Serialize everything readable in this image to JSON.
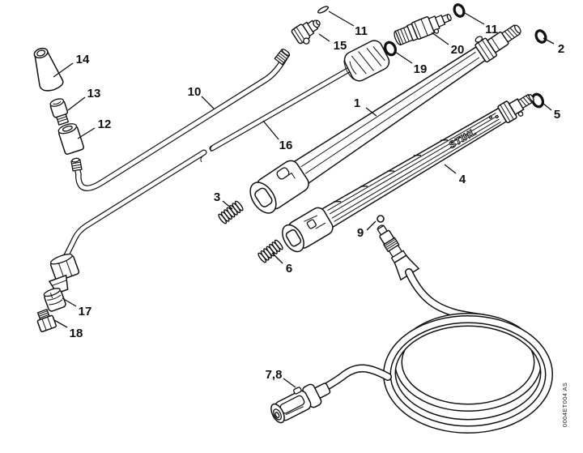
{
  "meta": {
    "background": "#ffffff",
    "line_color": "#111111"
  },
  "diagram": {
    "drawing_number": "0004ET004 AS",
    "brand_logo": "STIHL",
    "callouts": [
      {
        "label": "1"
      },
      {
        "label": "2"
      },
      {
        "label": "3"
      },
      {
        "label": "4"
      },
      {
        "label": "5"
      },
      {
        "label": "6"
      },
      {
        "label": "7,8"
      },
      {
        "label": "9"
      },
      {
        "label": "10"
      },
      {
        "label": "11"
      },
      {
        "label": "11"
      },
      {
        "label": "12"
      },
      {
        "label": "13"
      },
      {
        "label": "14"
      },
      {
        "label": "15"
      },
      {
        "label": "16"
      },
      {
        "label": "17"
      },
      {
        "label": "18"
      },
      {
        "label": "19"
      },
      {
        "label": "20"
      }
    ]
  }
}
